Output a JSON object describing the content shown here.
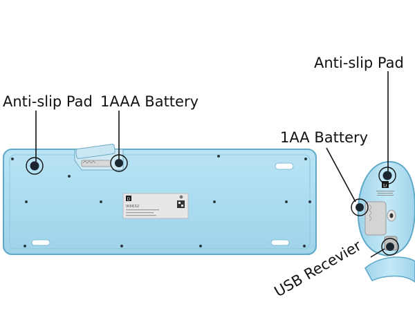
{
  "labels": {
    "anti_slip_pad_keyboard": "Anti-slip Pad",
    "aaa_battery": "1AAA Battery",
    "anti_slip_pad_mouse": "Anti-slip Pad",
    "aa_battery": "1AA Battery",
    "usb_receiver": "USB Recevier"
  },
  "product_label": {
    "model": "IK6632"
  },
  "colors": {
    "body": "#a9dcf0",
    "body_edge": "#5fa9c8",
    "background": "#ffffff",
    "label_text": "#111111"
  }
}
